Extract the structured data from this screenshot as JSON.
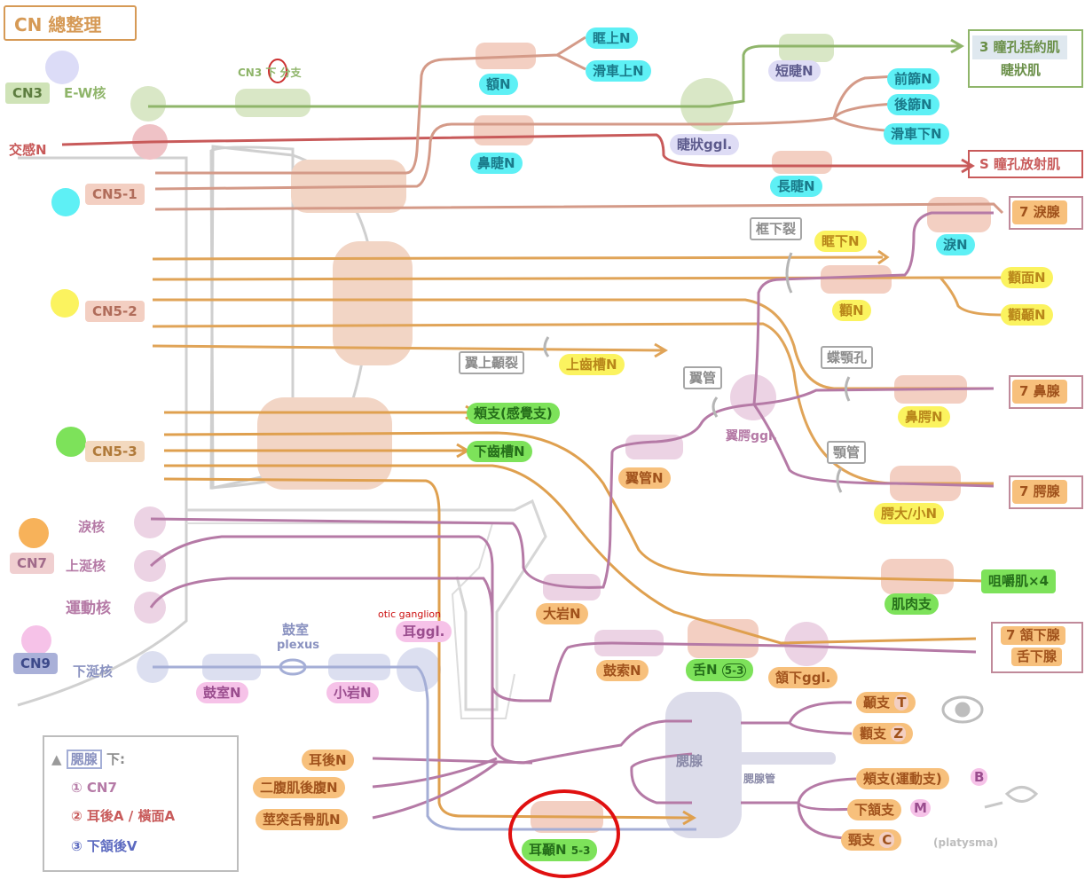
{
  "title": "CN 總整理",
  "nuclei": {
    "cn3": "CN3",
    "ew": "E-W核",
    "jiaogan": "交感N",
    "cn5_1": "CN5-1",
    "cn5_2": "CN5-2",
    "cn5_3": "CN5-3",
    "lei": "淚核",
    "cn7": "CN7",
    "shangxian": "上涎核",
    "yundong": "運動核",
    "cn9": "CN9",
    "xiaxian": "下涎核"
  },
  "branches": {
    "cn3_branch": "CN3 下 分支",
    "cn3_circle": "下",
    "e": "額N",
    "kuangshang": "眶上N",
    "huacheshang": "滑車上N",
    "biejie": "鼻睫N",
    "duanjie": "短睫N",
    "qianshai": "前篩N",
    "houshai": "後篩N",
    "huachexia": "滑車下N",
    "jiezhuang": "睫狀ggl.",
    "changjie": "長睫N",
    "lei": "淚N",
    "kuangxialie": "框下裂",
    "kuangxia": "眶下N",
    "quan": "顴N",
    "quanmian": "顴面N",
    "quannie": "顴顳N",
    "yishangnielie": "翼上顳裂",
    "shangchiao": "上齒槽N",
    "yiguan": "翼管",
    "dieyan": "蝶顎孔",
    "biyan": "鼻腭N",
    "yikou": "翼腭ggl.",
    "eguan": "顎管",
    "edaxiao": "腭大/小N",
    "jiazhi": "頰支(感覺支)",
    "xiachicao": "下齒槽N",
    "yiguanN": "翼管N",
    "jirouzhi": "肌肉支",
    "dayan": "大岩N",
    "guzhi": "鼓索N",
    "she": "舌N",
    "she_sub": "5-3",
    "hanxia": "頷下ggl.",
    "oticlabel": "otic ganglion",
    "erggl": "耳ggl.",
    "gushi": "鼓室",
    "plexus": "plexus",
    "gushiN": "鼓室N",
    "xiaoyan": "小岩N",
    "erhou": "耳後N",
    "erfu": "二腹肌後腹N",
    "jingtu": "莖突舌骨肌N",
    "ernie": "耳顳N",
    "ernie_sub": "5-3",
    "saixian": "腮腺",
    "saixianguan": "腮腺管",
    "niezhi": "顳支",
    "niezhi_tag": "T",
    "quanzhi": "顴支",
    "quanzhi_tag": "Z",
    "jiazhi_yd": "頰支(運動支)",
    "jiazhi_tag": "B",
    "xiaehe": "下頷支",
    "xiaehe_tag": "M",
    "jingzhi": "頸支",
    "jingzhi_tag": "C",
    "platysma": "(platysma)"
  },
  "targets": {
    "pupil_sphincter": "3 瞳孔括約肌",
    "ciliary": "睫狀肌",
    "pupil_dilator": "S 瞳孔放射肌",
    "lacrimal": "7 淚腺",
    "nasal": "7 鼻腺",
    "palatal": "7 腭腺",
    "mastication": "咀嚼肌×4",
    "submand": "7 頷下腺",
    "sublingual": "舌下腺"
  },
  "legend": {
    "title": "腮腺",
    "suffix": "下:",
    "item1": "① CN7",
    "item2": "② 耳後A / 橫面A",
    "item3": "③ 下頷後V"
  },
  "colors": {
    "cn3": "#8fb56a",
    "sympathetic": "#c85a5a",
    "cn5_1": "#d49a88",
    "cn5_2": "#e0a458",
    "cn5_3": "#dfa04f",
    "cn7": "#b57aa6",
    "cn9": "#a4aed6",
    "highlight_circle": "#e01010"
  }
}
